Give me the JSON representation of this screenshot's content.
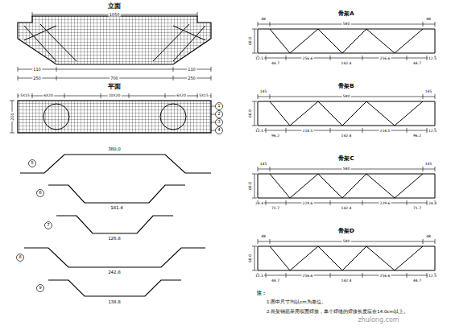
{
  "diagram": {
    "labels": [
      "立面",
      "1050",
      "110",
      "110",
      "250",
      "700",
      "250",
      "平面",
      "5X15",
      "6X20",
      "10X20",
      "6X20",
      "5X15",
      "200",
      "1",
      "2",
      "3",
      "4",
      "380.0",
      "5",
      "181.4",
      "6",
      "126.8",
      "7",
      "242.8",
      "8",
      "138.8",
      "9",
      "骨架A",
      "48",
      "580",
      "48",
      "60.0",
      "12.5",
      "44.7",
      "256.6",
      "142.4",
      "256.6",
      "44.7",
      "12.5",
      "骨架B",
      "145",
      "580",
      "145",
      "60.0",
      "12.5",
      "96.2",
      "218.5",
      "142.4",
      "218.5",
      "96.2",
      "12.5",
      "骨架C",
      "145",
      "580",
      "145",
      "60.0",
      "24.4",
      "71.7",
      "229.6",
      "142.4",
      "229.6",
      "71.7",
      "24.4",
      "骨架D",
      "48",
      "580",
      "48",
      "60.0",
      "12.5",
      "44.7",
      "256.6",
      "142.4",
      "256.6",
      "44.7",
      "12.5",
      "注：",
      "1.图中尺寸均以cm为单位。",
      "2.骨架钢筋采用双面焊接，单个焊缝的焊接长度应在14.0cm以上。",
      "zhulong.com"
    ]
  }
}
